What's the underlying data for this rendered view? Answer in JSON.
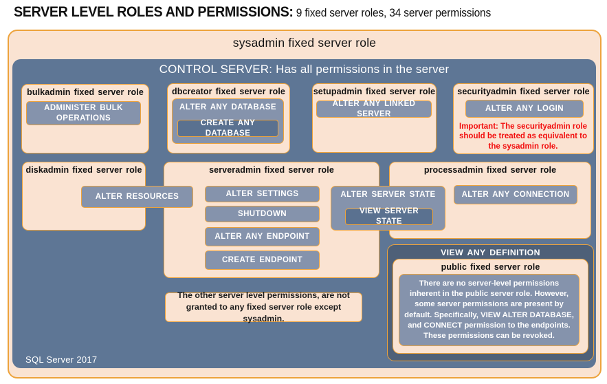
{
  "title": {
    "main": "SERVER LEVEL ROLES AND PERMISSIONS:",
    "sub": " 9 fixed server roles, 34 server permissions"
  },
  "sysadmin": {
    "label": "sysadmin fixed server role"
  },
  "control_server": {
    "label": "CONTROL SERVER: Has all permissions in the server",
    "footer": "SQL Server 2017"
  },
  "roles": {
    "bulkadmin": {
      "label": "bulkadmin fixed server role",
      "permissions": [
        "ADMINISTER BULK OPERATIONS"
      ]
    },
    "dbcreator": {
      "label": "dbcreator fixed server role",
      "outer_permission": "ALTER ANY DATABASE",
      "inner_permission": "CREATE ANY DATABASE"
    },
    "setupadmin": {
      "label": "setupadmin fixed server role",
      "permissions": [
        "ALTER ANY LINKED SERVER"
      ]
    },
    "securityadmin": {
      "label": "securityadmin fixed server role",
      "permissions": [
        "ALTER ANY LOGIN"
      ],
      "warning": "Important: The securityadmin role should be treated as equivalent to the sysadmin role."
    },
    "diskadmin": {
      "label": "diskadmin fixed server role",
      "permissions": [
        "ALTER RESOURCES"
      ]
    },
    "serveradmin": {
      "label": "serveradmin fixed server role",
      "permissions": [
        "ALTER SETTINGS",
        "SHUTDOWN",
        "ALTER ANY ENDPOINT",
        "CREATE ENDPOINT"
      ],
      "shared_outer_permission": "ALTER SERVER STATE",
      "shared_inner_permission": "VIEW SERVER STATE"
    },
    "processadmin": {
      "label": "processadmin fixed server role",
      "permissions": [
        "ALTER ANY CONNECTION"
      ]
    },
    "public": {
      "label": "public fixed server role",
      "outer_permission": "VIEW ANY DEFINITION",
      "note": "There are no server-level permissions inherent in the public server role. However, some server permissions are present by default. Specifically, VIEW ALTER DATABASE, and CONNECT permission to the endpoints. These permissions can be revoked."
    }
  },
  "note": "The other server level permissions, are not granted to any fixed server role except sysadmin.",
  "colors": {
    "peach": "#fae3d2",
    "orange_border": "#eda33c",
    "slate_background": "#5e7695",
    "permission_gray": "#8593ac",
    "permission_dark": "#5a7190",
    "definition_panel": "#4e6078",
    "warning_red": "#f20d0d"
  }
}
